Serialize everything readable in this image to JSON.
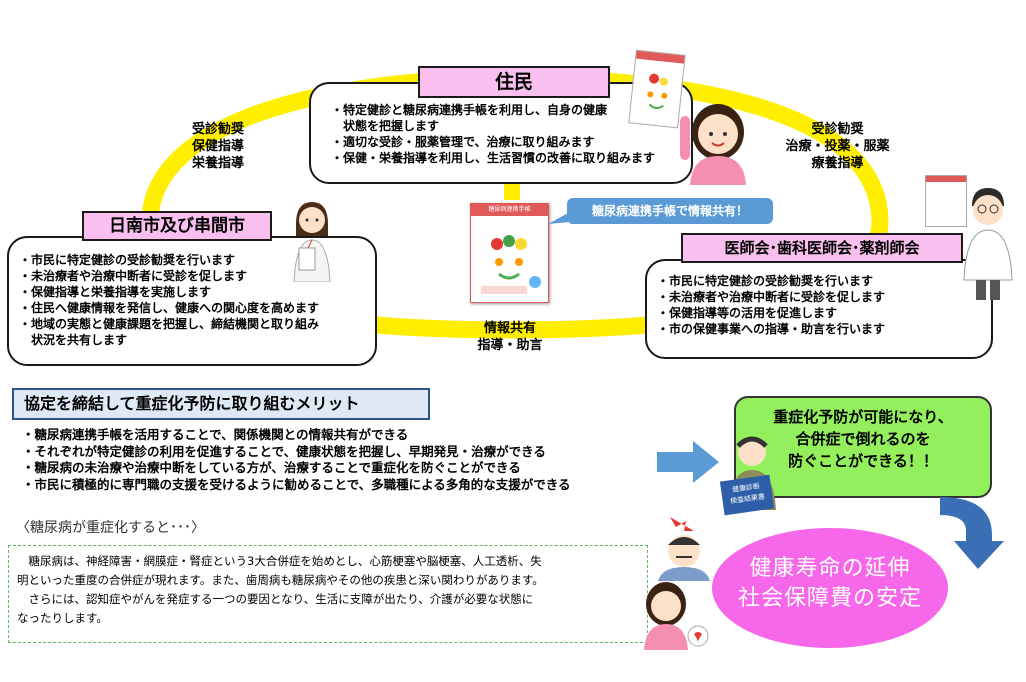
{
  "residents": {
    "title": "住民",
    "items": [
      "・特定健診と糖尿病連携手帳を利用し、自身の健康",
      "　状態を把握します",
      "・適切な受診・服薬管理で、治療に取り組みます",
      "・保健・栄養指導を利用し、生活習慣の改善に取り組みます"
    ]
  },
  "city": {
    "title": "日南市及び串間市",
    "items": [
      "・市民に特定健診の受診勧奨を行います",
      "・未治療者や治療中断者に受診を促します",
      "・保健指導と栄養指導を実施します",
      "・住民へ健康情報を発信し、健康への関心度を高めます",
      "・地域の実態と健康課題を把握し、締結機関と取り組み",
      "　状況を共有します"
    ]
  },
  "medical": {
    "title": "医師会･歯科医師会･薬剤師会",
    "items": [
      "・市民に特定健診の受診勧奨を行います",
      "・未治療者や治療中断者に受診を促します",
      "・保健指導等の活用を促進します",
      "・市の保健事業への指導・助言を行います"
    ]
  },
  "flows": {
    "left": [
      "受診勧奨",
      "保健指導",
      "栄養指導"
    ],
    "right": [
      "受診勧奨",
      "治療・投薬・服薬",
      "療養指導"
    ],
    "bottom": [
      "情報共有",
      "指導・助言"
    ]
  },
  "bubble": "糖尿病連携手帳で情報共有！",
  "notebook": {
    "cover_text": "糖尿病連携手帳"
  },
  "merits": {
    "title": "協定を締結して重症化予防に取り組むメリット",
    "items": [
      "・糖尿病連携手帳を活用することで、関係機関との情報共有ができる",
      "・それぞれが特定健診の利用を促進することで、健康状態を把握し、早期発見・治療ができる",
      "・糖尿病の未治療や治療中断をしている方が、治療することで重症化を防ぐことができる",
      "・市民に積極的に専門職の支援を受けるように勧めることで、多職種による多角的な支援ができる"
    ]
  },
  "green_box": [
    "重症化予防が可能になり、",
    "合併症で倒れるのを",
    "防ぐことができる！！"
  ],
  "book_label": [
    "健康診断",
    "検査結果書"
  ],
  "severity_note": "〈糖尿病が重症化すると･･･〉",
  "dashed_text": [
    "　糖尿病は、神経障害・網膜症・腎症という3大合併症を始めとし、心筋梗塞や脳梗塞、人工透析、失",
    "明といった重度の合併症が現れます。また、歯周病も糖尿病やその他の疾患と深い関わりがあります。",
    "　さらには、認知症やがんを発症する一つの要因となり、生活に支障が出たり、介護が必要な状態に",
    "なったりします。"
  ],
  "outcome": [
    "健康寿命の延伸",
    "社会保障費の安定"
  ],
  "colors": {
    "ring": "#ffee00",
    "label_pink": "#f9c0ef",
    "green": "#93f05c",
    "outcome_pink": "#f667ea",
    "bubble": "#5b9bd5"
  }
}
